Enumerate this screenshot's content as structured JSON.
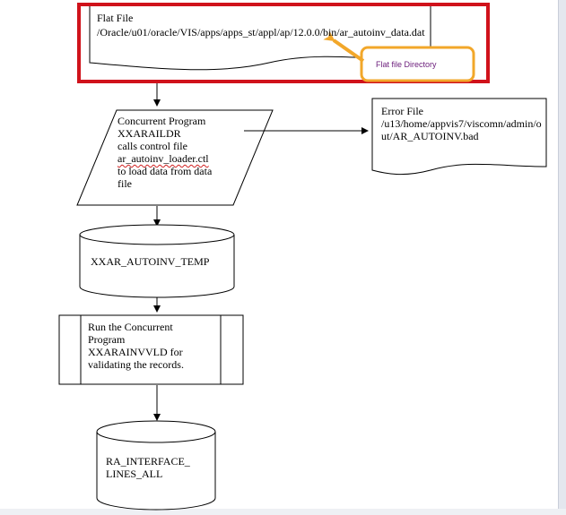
{
  "flat_file": {
    "title": "Flat File",
    "path": "/Oracle/u01/oracle/VIS/apps/apps_st/appl/ap/12.0.0/bin/ar_autoinv_data.dat"
  },
  "callout": {
    "label": "Flat file Directory",
    "accent_color": "#f2a72a",
    "highlight_color": "#d0121b"
  },
  "concurrent_program": {
    "lines": [
      "Concurrent Program",
      "XXARAILDR",
      "calls control file",
      "ar_autoinv_loader.ctl",
      "to load data from data",
      "file"
    ]
  },
  "error_file": {
    "title": "Error File",
    "path": "/u13/home/appvis7/viscomn/admin/out/AR_AUTOINV.bad"
  },
  "temp_table": {
    "name": "XXAR_AUTOINV_TEMP"
  },
  "validation_program": {
    "lines": [
      "Run the Concurrent",
      "Program",
      "XXARAINVVLD  for",
      "validating the records."
    ]
  },
  "interface_table": {
    "lines": [
      "RA_INTERFACE_",
      "LINES_ALL"
    ]
  }
}
